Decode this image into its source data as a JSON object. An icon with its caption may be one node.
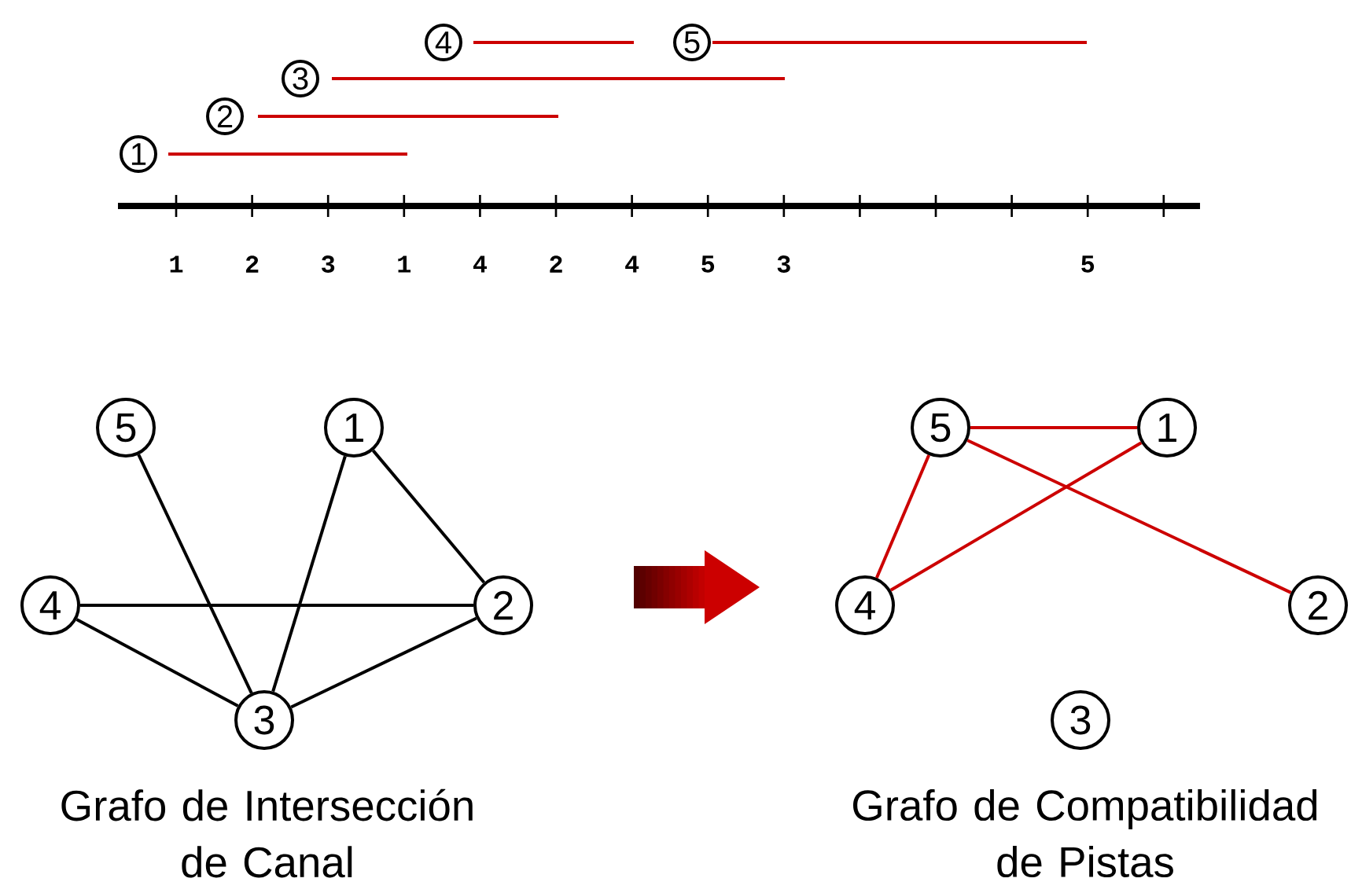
{
  "diagram": {
    "nodes": [
      {
        "text": [
          "4"
        ]
      },
      {
        "text": [
          "5"
        ]
      },
      {
        "text": [
          "3"
        ]
      },
      {
        "text": [
          "2"
        ]
      },
      {
        "text": [
          "1"
        ]
      },
      {
        "text": [
          "5"
        ]
      },
      {
        "text": [
          "1"
        ]
      },
      {
        "text": [
          "4"
        ]
      },
      {
        "text": [
          "2"
        ]
      },
      {
        "text": [
          "3"
        ]
      },
      {
        "text": [
          "5"
        ]
      },
      {
        "text": [
          "1"
        ]
      },
      {
        "text": [
          "4"
        ]
      },
      {
        "text": [
          "2"
        ]
      },
      {
        "text": [
          "3"
        ]
      }
    ],
    "edges": [
      {
        "from": 5,
        "to": 9,
        "arrow": "none"
      },
      {
        "from": 6,
        "to": 9,
        "arrow": "none"
      },
      {
        "from": 6,
        "to": 8,
        "arrow": "none"
      },
      {
        "from": 7,
        "to": 8,
        "arrow": "none"
      },
      {
        "from": 7,
        "to": 9,
        "arrow": "none"
      },
      {
        "from": 9,
        "to": 8,
        "arrow": "none"
      },
      {
        "from": 10,
        "to": 11,
        "arrow": "none",
        "color": "#cc0000"
      },
      {
        "from": 10,
        "to": 12,
        "arrow": "none",
        "color": "#cc0000"
      },
      {
        "from": 10,
        "to": 13,
        "arrow": "none",
        "color": "#cc0000"
      },
      {
        "from": 12,
        "to": 11,
        "arrow": "none",
        "color": "#cc0000"
      }
    ],
    "labels": [
      "1",
      "2",
      "3",
      "1",
      "4",
      "2",
      "4",
      "5",
      "3",
      "5",
      "Grafo de Intersección de Canal",
      "Grafo de Compatibilidad de Pistas"
    ]
  }
}
